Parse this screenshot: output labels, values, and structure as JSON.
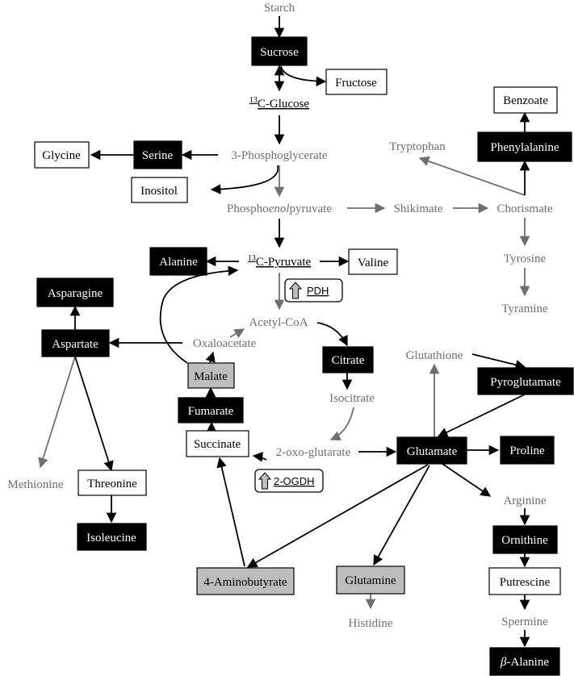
{
  "nodes": {
    "starch": "Starch",
    "sucrose": "Sucrose",
    "fructose": "Fructose",
    "glucose_sup": "13",
    "glucose": "C-Glucose",
    "glycine": "Glycine",
    "serine": "Serine",
    "phosphoglycerate": "3-Phosphoglycerate",
    "inositol": "Inositol",
    "pep_a": "Phospho",
    "pep_b": "enol",
    "pep_c": "pyruvate",
    "shikimate": "Shikimate",
    "chorismate": "Chorismate",
    "tryptophan": "Tryptophan",
    "phenylalanine": "Phenylalanine",
    "benzoate": "Benzoate",
    "tyrosine": "Tyrosine",
    "tyramine": "Tyramine",
    "alanine": "Alanine",
    "pyruvate_sup": "13",
    "pyruvate": "C-Pyruvate",
    "valine": "Valine",
    "asparagine": "Asparagine",
    "aspartate": "Aspartate",
    "oxaloacetate": "Oxaloacetate",
    "acetylcoa": "Acetyl-CoA",
    "citrate": "Citrate",
    "malate": "Malate",
    "fumarate": "Fumarate",
    "isocitrate": "Isocitrate",
    "succinate": "Succinate",
    "oxoglutarate": "2-oxo-glutarate",
    "glutathione": "Glutathione",
    "pyroglutamate": "Pyroglutamate",
    "glutamate": "Glutamate",
    "proline": "Proline",
    "methionine": "Methionine",
    "threonine": "Threonine",
    "isoleucine": "Isoleucine",
    "arginine": "Arginine",
    "ornithine": "Ornithine",
    "putrescine": "Putrescine",
    "spermine": "Spermine",
    "beta_alanine_a": "β",
    "beta_alanine_b": "-Alanine",
    "aminobutyrate": "4-Aminobutyrate",
    "glutamine": "Glutamine",
    "histidine": "Histidine"
  },
  "enzymes": {
    "pdh": "PDH",
    "ogdh": "2-OGDH"
  },
  "colors": {
    "measured_dark": "#000000",
    "measured_light": "#ffffff",
    "measured_gray": "#bdbdbd",
    "unmeasured_text": "#6f6f6f",
    "arrow_black": "#000000",
    "arrow_gray": "#6f6f6f"
  }
}
